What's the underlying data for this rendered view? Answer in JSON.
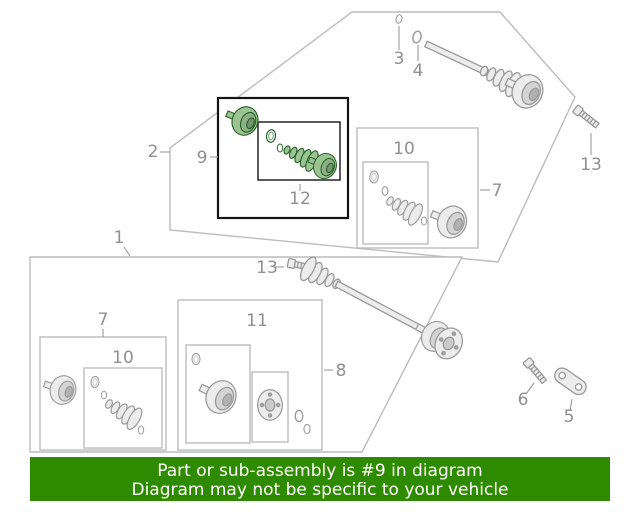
{
  "banner": {
    "line1": "Part or sub-assembly is #9 in diagram",
    "line2": "Diagram may not be specific to your vehicle"
  },
  "callouts": {
    "c1": "1",
    "c2": "2",
    "c3": "3",
    "c4": "4",
    "c5": "5",
    "c6": "6",
    "c7_upper": "7",
    "c7_lower": "7",
    "c8": "8",
    "c9": "9",
    "c10_upper": "10",
    "c10_lower": "10",
    "c11": "11",
    "c12": "12",
    "c13_upper": "13",
    "c13_lower": "13"
  },
  "colors": {
    "banner_bg": "#2e8b00",
    "banner_text": "#ffffff",
    "outline": "#bcbcbc",
    "callout_text": "#8f8f8f",
    "highlight_box": "#141414",
    "part_gray_fill": "#ececec",
    "part_gray_stroke": "#9a9a9a",
    "part_green_fill": "#9cc493",
    "part_green_stroke": "#245f24"
  }
}
